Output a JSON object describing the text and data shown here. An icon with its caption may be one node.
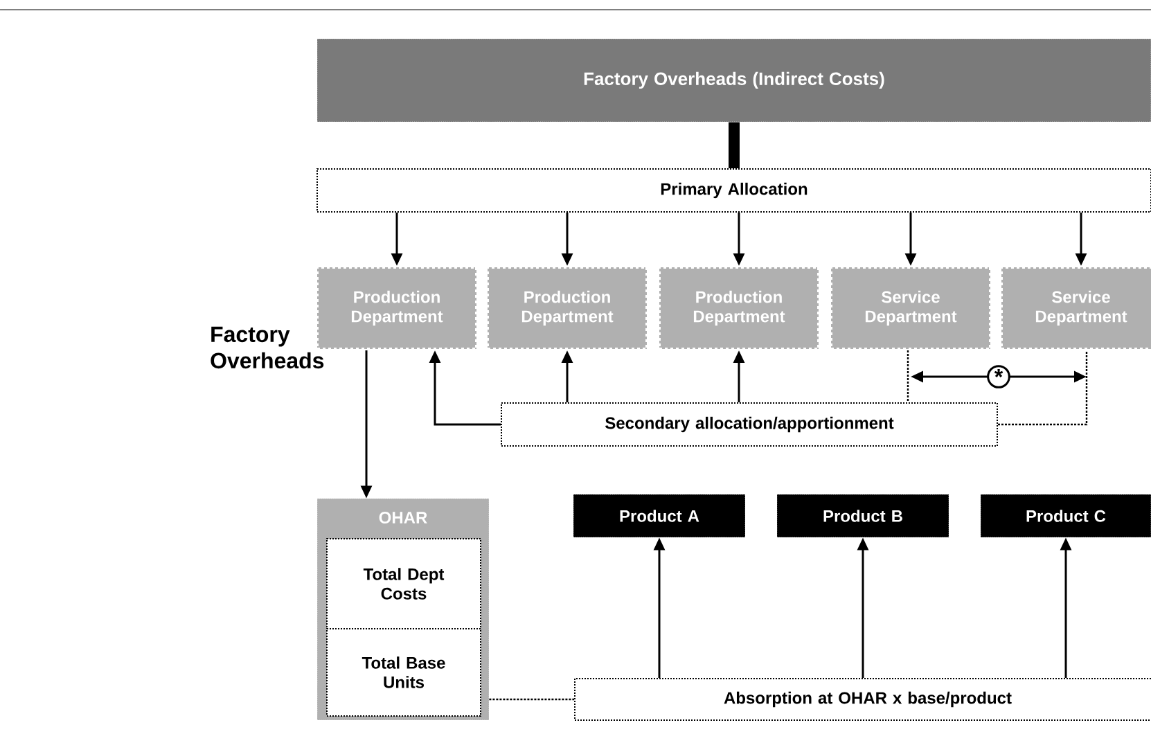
{
  "diagram": {
    "nodes": [
      {
        "text": [
          "Factory Overheads (Indirect Costs)"
        ]
      },
      {
        "text": [
          "Primary Allocation"
        ]
      },
      {
        "text": [
          "Production Department"
        ]
      },
      {
        "text": [
          "Production Department"
        ]
      },
      {
        "text": [
          "Production Department"
        ]
      },
      {
        "text": [
          "Service Department"
        ]
      },
      {
        "text": [
          "Service Department"
        ]
      },
      {
        "text": [
          "Secondary allocation/apportionment"
        ]
      },
      {
        "text": [
          "OHAR"
        ]
      },
      {
        "text": [
          "Total Dept Costs"
        ],
        "in": 8
      },
      {
        "text": [
          "Total Base Units"
        ],
        "in": 8
      },
      {
        "text": [
          "Product A"
        ]
      },
      {
        "text": [
          "Product B"
        ]
      },
      {
        "text": [
          "Product C"
        ]
      },
      {
        "text": [
          "Absorption at OHAR x base/product"
        ]
      }
    ],
    "edges": [
      {
        "from": 0,
        "to": 1,
        "arrow": "none",
        "style": "thick"
      },
      {
        "from": 1,
        "to": 2,
        "arrow": "to"
      },
      {
        "from": 1,
        "to": 3,
        "arrow": "to"
      },
      {
        "from": 1,
        "to": 4,
        "arrow": "to"
      },
      {
        "from": 1,
        "to": 5,
        "arrow": "to"
      },
      {
        "from": 1,
        "to": 6,
        "arrow": "to"
      },
      {
        "from": 7,
        "to": 2,
        "arrow": "to"
      },
      {
        "from": 7,
        "to": 3,
        "arrow": "to"
      },
      {
        "from": 7,
        "to": 4,
        "arrow": "to"
      },
      {
        "from": 5,
        "to": 7,
        "arrow": "none",
        "style": "dashed"
      },
      {
        "from": 7,
        "to": 6,
        "arrow": "none",
        "style": "dashed"
      },
      {
        "from": 5,
        "to": 6,
        "arrow": "both",
        "label": "*"
      },
      {
        "from": 2,
        "to": 8,
        "arrow": "to"
      },
      {
        "from": 14,
        "to": 11,
        "arrow": "to"
      },
      {
        "from": 14,
        "to": 12,
        "arrow": "to"
      },
      {
        "from": 14,
        "to": 13,
        "arrow": "to"
      },
      {
        "from": 8,
        "to": 14,
        "arrow": "none",
        "style": "dashed"
      }
    ],
    "labels": [
      "Factory Overheads"
    ]
  }
}
